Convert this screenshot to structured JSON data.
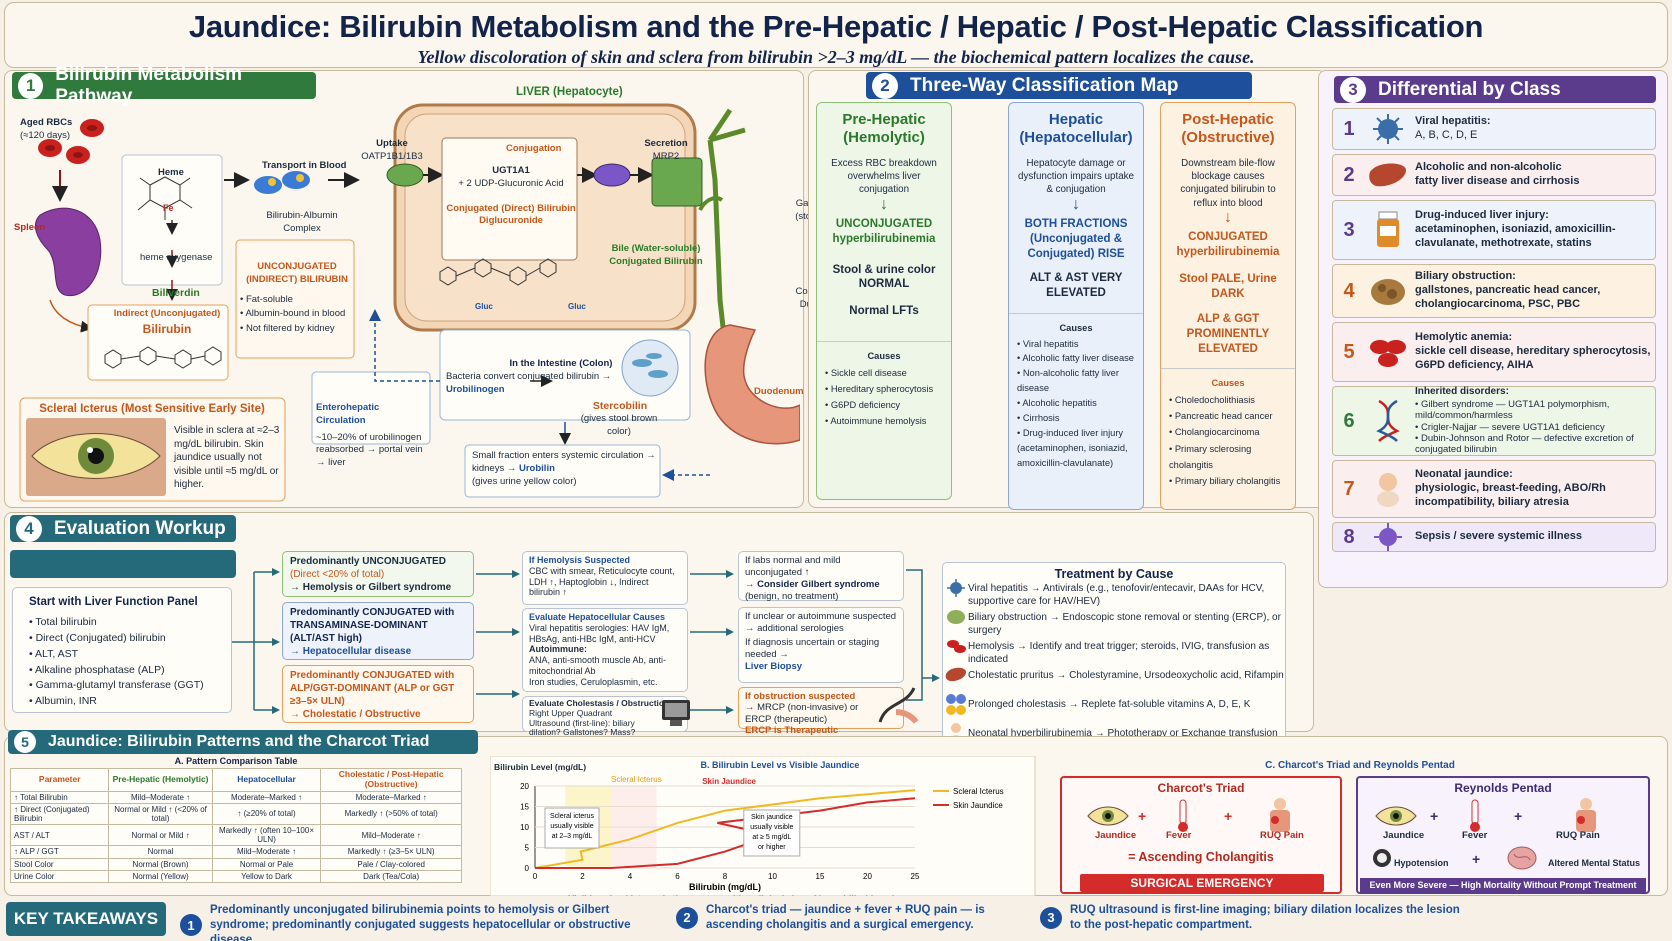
{
  "header": {
    "title": "Jaundice: Bilirubin Metabolism and the Pre-Hepatic / Hepatic / Post-Hepatic Classification",
    "subtitle": "Yellow discoloration of skin and sclera from bilirubin >2–3 mg/dL — the biochemical pattern localizes the cause."
  },
  "s1": {
    "num": "1",
    "title": "Bilirubin Metabolism Pathway",
    "aged_rbc": "Aged RBCs",
    "aged_rbc_days": "(≈120 days)",
    "spleen": "Spleen",
    "heme": "Heme",
    "fe": "Fe",
    "heme_oxygenase": "heme oxygenase",
    "biliverdin": "Biliverdin",
    "indirect": "Indirect (Unconjugated)",
    "bilirubin": "Bilirubin",
    "transport": "Transport in Blood",
    "complex": "Bilirubin-Albumin Complex",
    "uptake": "Uptake",
    "oatp": "OATP1B1/1B3",
    "unconj_title": "UNCONJUGATED (INDIRECT) BILIRUBIN",
    "unconj_items": [
      "Fat-soluble",
      "Albumin-bound in blood",
      "Not filtered by kidney"
    ],
    "liver": "LIVER (Hepatocyte)",
    "conjugation": "Conjugation",
    "ugt": "UGT1A1",
    "udp": "+ 2 UDP-Glucuronic Acid",
    "conj_direct": "Conjugated (Direct) Bilirubin Diglucuronide",
    "gluc1": "Gluc",
    "gluc2": "Gluc",
    "secretion": "Secretion",
    "mrp2": "MRP2",
    "bile": "Bile (Water-soluble) Conjugated Bilirubin",
    "gallbladder": "Gallbladder (stores bile)",
    "cbd": "Common Bile Duct (CBD)",
    "duodenum": "Duodenum",
    "intestine_title": "In the Intestine (Colon)",
    "intestine_text": "Bacteria convert conjugated bilirubin →",
    "urobilinogen": "Urobilinogen",
    "stercobilin": "Stercobilin",
    "stercobilin_note": "(gives stool brown color)",
    "entero_title": "Enterohepatic Circulation",
    "entero_text": "~10–20% of urobilinogen reabsorbed → portal vein → liver",
    "systemic": "Small fraction enters systemic circulation → kidneys →",
    "urobilin": "Urobilin",
    "urobilin_note": "(gives urine yellow color)",
    "icterus_title": "Scleral Icterus (Most Sensitive Early Site)",
    "icterus_text": "Visible in sclera at ≈2–3 mg/dL bilirubin. Skin jaundice usually not visible until ≈5 mg/dL or higher."
  },
  "s2": {
    "num": "2",
    "title": "Three-Way Classification Map",
    "pre": {
      "title": "Pre-Hepatic (Hemolytic)",
      "desc": "Excess RBC breakdown overwhelms liver conjugation",
      "key": "UNCONJUGATED hyperbilirubinemia",
      "stool": "Stool & urine color NORMAL",
      "lft": "Normal LFTs",
      "causes_title": "Causes",
      "causes": [
        "Sickle cell disease",
        "Hereditary spherocytosis",
        "G6PD deficiency",
        "Autoimmune hemolysis"
      ]
    },
    "hep": {
      "title": "Hepatic (Hepatocellular)",
      "desc": "Hepatocyte damage or dysfunction impairs uptake & conjugation",
      "key": "BOTH FRACTIONS (Unconjugated & Conjugated) RISE",
      "lft": "ALT & AST VERY ELEVATED",
      "causes_title": "Causes",
      "causes": [
        "Viral hepatitis",
        "Alcoholic fatty liver disease",
        "Non-alcoholic fatty liver disease",
        "Alcoholic hepatitis",
        "Cirrhosis",
        "Drug-induced liver injury (acetaminophen, isoniazid, amoxicillin-clavulanate)"
      ]
    },
    "post": {
      "title": "Post-Hepatic (Obstructive)",
      "desc": "Downstream bile-flow blockage causes conjugated bilirubin to reflux into blood",
      "key": "CONJUGATED hyperbilirubinemia",
      "stool": "Stool PALE, Urine DARK",
      "lft": "ALP & GGT PROMINENTLY ELEVATED",
      "causes_title": "Causes",
      "causes": [
        "Choledocholithiasis",
        "Pancreatic head cancer",
        "Cholangiocarcinoma",
        "Primary sclerosing cholangitis",
        "Primary biliary cholangitis"
      ]
    }
  },
  "s3": {
    "num": "3",
    "title": "Differential by Class",
    "items": [
      {
        "n": "1",
        "title": "Viral hepatitis:",
        "text": "A, B, C, D, E",
        "icon": "virus-icon"
      },
      {
        "n": "2",
        "title": "Alcoholic and non-alcoholic",
        "text": "fatty liver disease and cirrhosis",
        "icon": "liver-icon"
      },
      {
        "n": "3",
        "title": "Drug-induced liver injury:",
        "text": "acetaminophen, isoniazid, amoxicillin-clavulanate, methotrexate, statins",
        "icon": "pill-bottle-icon"
      },
      {
        "n": "4",
        "title": "Biliary obstruction:",
        "text": "gallstones, pancreatic head cancer, cholangiocarcinoma, PSC, PBC",
        "icon": "gallstone-icon"
      },
      {
        "n": "5",
        "title": "Hemolytic anemia:",
        "text": "sickle cell disease, hereditary spherocytosis, G6PD deficiency, AIHA",
        "icon": "red-cell-icon"
      },
      {
        "n": "6",
        "title": "Inherited disorders:",
        "text": "",
        "bullets": [
          "Gilbert syndrome — UGT1A1 polymorphism, mild/common/harmless",
          "Crigler-Najjar — severe UGT1A1 deficiency",
          "Dubin-Johnson and Rotor — defective excretion of conjugated bilirubin"
        ],
        "icon": "dna-icon"
      },
      {
        "n": "7",
        "title": "Neonatal jaundice:",
        "text": "physiologic, breast-feeding, ABO/Rh incompatibility, biliary atresia",
        "icon": "baby-icon"
      },
      {
        "n": "8",
        "title": "Sepsis / severe systemic illness",
        "text": "",
        "icon": "bacteria-icon"
      }
    ]
  },
  "s4": {
    "num": "4",
    "title": "Evaluation Workup",
    "start_title": "Start with Liver Function Panel",
    "start_items": [
      "Total bilirubin",
      "Direct (Conjugated) bilirubin",
      "ALT, AST",
      "Alkaline phosphatase (ALP)",
      "Gamma-glutamyl transferase (GGT)",
      "Albumin, INR"
    ],
    "b1": {
      "t": "Predominantly UNCONJUGATED",
      "s": "(Direct <20% of total)",
      "r": "→ Hemolysis or Gilbert syndrome"
    },
    "b2": {
      "t": "Predominantly CONJUGATED with TRANSAMINASE-DOMINANT (ALT/AST high)",
      "r": "→ Hepatocellular disease"
    },
    "b3": {
      "t": "Predominantly CONJUGATED with ALP/GGT-DOMINANT (ALP or GGT ≥3–5× ULN)",
      "r": "→ Cholestatic / Obstructive"
    },
    "c1": {
      "t": "If Hemolysis Suspected",
      "x": "CBC with smear, Reticulocyte count, LDH ↑, Haptoglobin ↓, Indirect bilirubin ↑"
    },
    "c2": {
      "t": "Evaluate Hepatocellular Causes",
      "x": "Viral hepatitis serologies: HAV IgM, HBsAg, anti-HBc IgM, anti-HCV",
      "x2": "Autoimmune:",
      "x3": "ANA, anti-smooth muscle Ab, anti-mitochondrial Ab",
      "x4": "Iron studies, Ceruloplasmin, etc."
    },
    "c3": {
      "t": "Evaluate Cholestasis / Obstruction",
      "x": "Right Upper Quadrant Ultrasound (first-line): biliary dilation? Gallstones? Mass?"
    },
    "d1": {
      "x": "If labs normal and mild unconjugated ↑",
      "r": "→ Consider Gilbert syndrome",
      "s": "(benign, no treatment)"
    },
    "d2": {
      "x": "If unclear or autoimmune suspected → additional serologies",
      "x2": "If diagnosis uncertain or staging needed →",
      "r": "Liver Biopsy"
    },
    "d3": {
      "t": "If obstruction suspected",
      "x": "→ MRCP (non-invasive) or ERCP (therapeutic)",
      "r": "ERCP is Therapeutic"
    }
  },
  "treatment": {
    "title": "Treatment by Cause",
    "items": [
      {
        "t": "Viral hepatitis → Antivirals (e.g., tenofovir/entecavir, DAAs for HCV, supportive care for HAV/HEV)",
        "icon": "virus-icon"
      },
      {
        "t": "Biliary obstruction → Endoscopic stone removal or stenting (ERCP), or surgery",
        "icon": "gallstone-icon"
      },
      {
        "t": "Hemolysis → Identify and treat trigger; steroids, IVIG, transfusion as indicated",
        "icon": "red-cell-icon"
      },
      {
        "t": "Cholestatic pruritus → Cholestyramine, Ursodeoxycholic acid, Rifampin",
        "icon": "liver-icon"
      },
      {
        "t": "Prolonged cholestasis → Replete fat-soluble vitamins A, D, E, K",
        "icon": "vitamin-icon"
      },
      {
        "t": "Neonatal hyperbilirubinemia → Phototherapy or Exchange transfusion to prevent kernicterus",
        "icon": "baby-icon"
      }
    ]
  },
  "s5": {
    "num": "5",
    "title": "Jaundice: Bilirubin Patterns and the Charcot Triad",
    "table": {
      "title": "A. Pattern Comparison Table",
      "headers": [
        "Parameter",
        "Pre-Hepatic (Hemolytic)",
        "Hepatocellular",
        "Cholestatic / Post-Hepatic (Obstructive)"
      ],
      "rows": [
        [
          "↑ Total Bilirubin",
          "Mild–Moderate ↑",
          "Moderate–Marked ↑",
          "Moderate–Marked ↑"
        ],
        [
          "↑ Direct (Conjugated) Bilirubin",
          "Normal or Mild ↑ (<20% of total)",
          "↑ (≥20% of total)",
          "Markedly ↑ (>50% of total)"
        ],
        [
          "AST / ALT",
          "Normal or Mild ↑",
          "Markedly ↑ (often 10–100× ULN)",
          "Mild–Moderate ↑"
        ],
        [
          "↑ ALP / GGT",
          "Normal",
          "Mild–Moderate ↑",
          "Markedly ↑ (≥3–5× ULN)"
        ],
        [
          "Stool Color",
          "Normal (Brown)",
          "Normal or Pale",
          "Pale / Clay-colored"
        ],
        [
          "Urine Color",
          "Normal (Yellow)",
          "Yellow to Dark",
          "Dark (Tea/Cola)"
        ]
      ]
    },
    "chart_caption": "Visible scleral icterus is the most sensitive clinical sign of hyperbilirubinemia.",
    "charcot": {
      "title": "C. Charcot's Triad and Reynolds Pentad",
      "triad_title": "Charcot's Triad",
      "jaundice": "Jaundice",
      "fever": "Fever",
      "ruq": "RUQ Pain",
      "result": "= Ascending Cholangitis",
      "emergency": "SURGICAL EMERGENCY",
      "pentad_title": "Reynolds Pentad",
      "hypotension": "Hypotension",
      "ams": "Altered Mental Status",
      "pentad_note": "Even More Severe — High Mortality Without Prompt Treatment"
    }
  },
  "chart_data": {
    "type": "line",
    "title": "B. Bilirubin Level vs Visible Jaundice",
    "ylabel": "Bilirubin Level (mg/dL)",
    "xlabel": "Bilirubin (mg/dL)",
    "x_ticks": [
      0,
      2,
      4,
      6,
      8,
      10,
      15,
      20,
      25
    ],
    "y_ticks": [
      0,
      5,
      10,
      15,
      20
    ],
    "ylim": [
      0,
      20
    ],
    "series": [
      {
        "name": "Scleral Icterus",
        "color": "#f0b823",
        "x": [
          0,
          2,
          3,
          4,
          6,
          8,
          10,
          15,
          20,
          25
        ],
        "y": [
          0,
          2,
          4,
          7,
          11,
          14,
          15.5,
          17,
          18,
          19
        ]
      },
      {
        "name": "Skin Jaundice",
        "color": "#d42b2b",
        "x": [
          0,
          5,
          6,
          8,
          10,
          12,
          15,
          20,
          25
        ],
        "y": [
          0,
          0,
          1,
          4,
          8,
          11,
          14,
          16,
          17
        ]
      }
    ],
    "labels": {
      "scleral_band": "Scleral Icterus",
      "skin_band": "Skin Jaundice",
      "note1": "Scleral icterus usually visible at 2–3 mg/dL",
      "note2": "Skin jaundice usually visible at ≥ 5 mg/dL or higher"
    },
    "legend": "right"
  },
  "takeaways": {
    "title": "KEY TAKEAWAYS",
    "items": [
      {
        "n": "1",
        "t": "Predominantly unconjugated bilirubinemia points to hemolysis or Gilbert syndrome; predominantly conjugated suggests hepatocellular or obstructive disease."
      },
      {
        "n": "2",
        "t": "Charcot's triad — jaundice + fever + RUQ pain — is ascending cholangitis and a surgical emergency."
      },
      {
        "n": "3",
        "t": "RUQ ultrasound is first-line imaging; biliary dilation localizes the lesion to the post-hepatic compartment."
      }
    ]
  }
}
